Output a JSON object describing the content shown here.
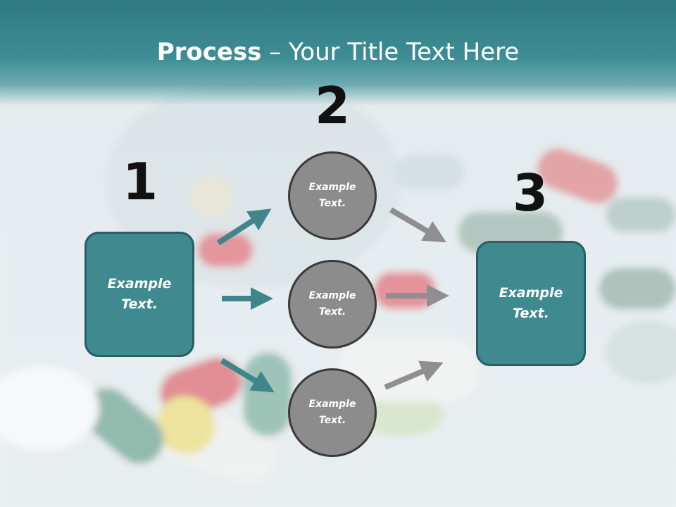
{
  "title": {
    "bold": "Process",
    "rest": " – Your Title Text Here"
  },
  "steps": [
    {
      "number": "1",
      "text": "Example Text."
    },
    {
      "number": "2",
      "items": [
        "Example Text.",
        "Example Text.",
        "Example Text."
      ]
    },
    {
      "number": "3",
      "text": "Example Text."
    }
  ],
  "colors": {
    "teal": "#3f8a8f",
    "teal_border": "#2a5e63",
    "gray": "#8c8c8c",
    "arrow_teal": "#3f868c",
    "arrow_gray": "#8f8f8f"
  }
}
